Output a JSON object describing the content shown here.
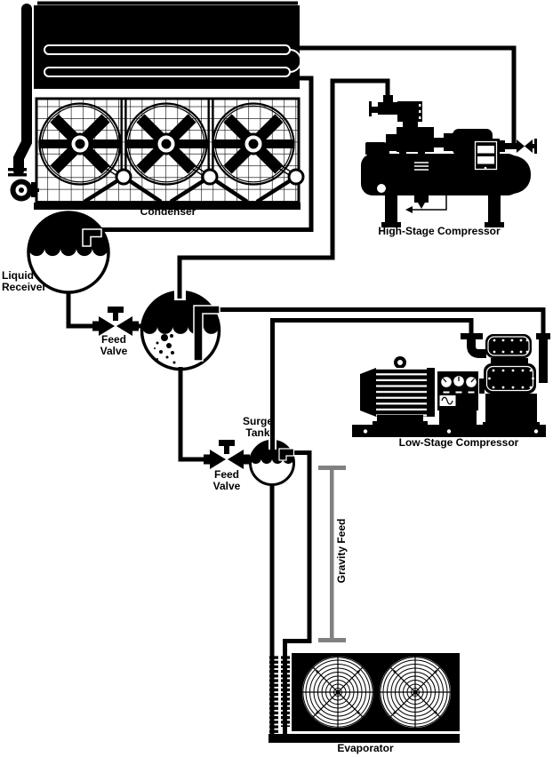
{
  "title": "Two-stage refrigeration system diagram",
  "colors": {
    "ink": "#000000",
    "paper": "#ffffff",
    "dimension_line": "#808080"
  },
  "labels": {
    "condenser": "Condenser",
    "high_stage_compressor": "High-Stage Compressor",
    "liquid_receiver": [
      "Liquid",
      "Receiver"
    ],
    "feed_valve_upper": [
      "Feed",
      "Valve"
    ],
    "surge_tank": [
      "Surge",
      "Tank"
    ],
    "feed_valve_lower": [
      "Feed",
      "Valve"
    ],
    "low_stage_compressor": "Low-Stage Compressor",
    "gravity_feed": "Gravity Feed",
    "evaporator": "Evaporator"
  }
}
